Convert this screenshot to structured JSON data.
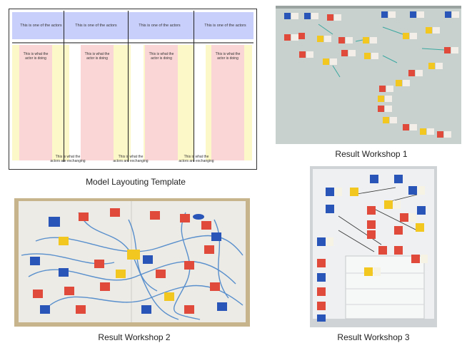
{
  "captions": {
    "template": "Model Layouting Template",
    "workshop1": "Result Workshop 1",
    "workshop2": "Result Workshop 2",
    "workshop3": "Result Workshop 3"
  },
  "template": {
    "actor_label": "This is one of the actors",
    "doing_label_1": "This is what the",
    "doing_label_2": "actor is doing",
    "exchange_label_1": "This is what the",
    "exchange_label_2": "actors are exchanging"
  },
  "colors": {
    "actor_band": "#c9cffb",
    "doing_column": "#fbd6d6",
    "exchange_column": "#fdf8c8"
  }
}
